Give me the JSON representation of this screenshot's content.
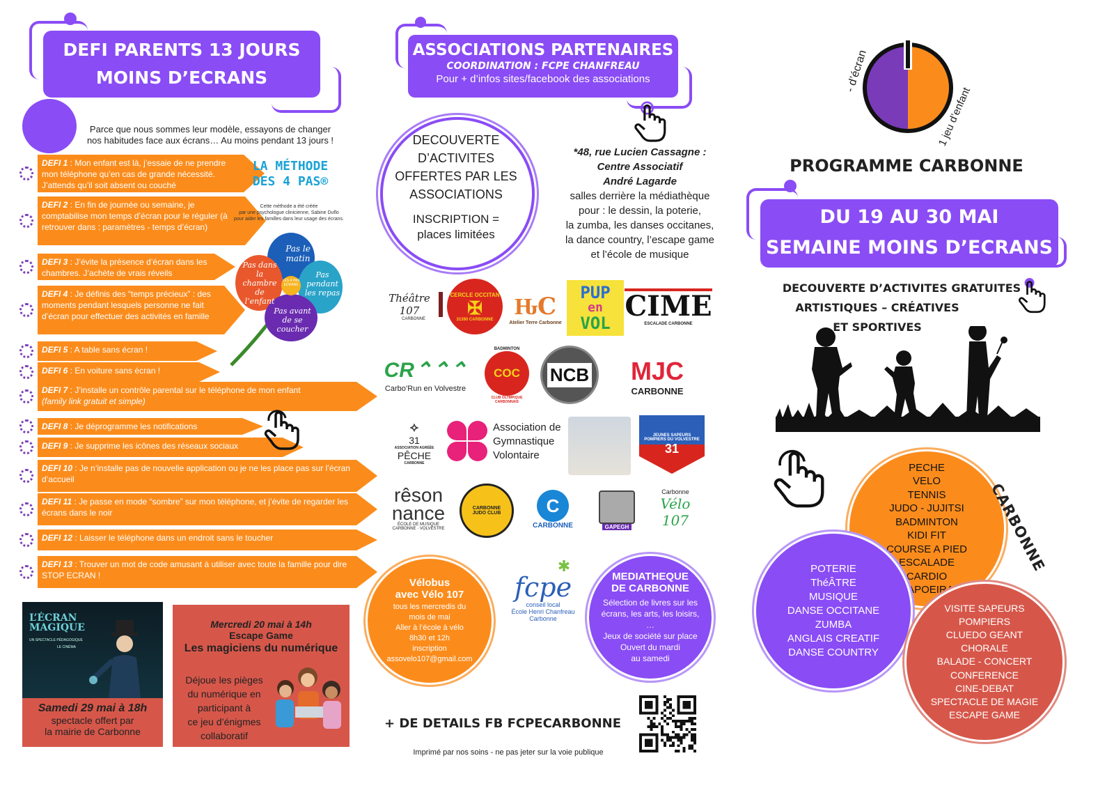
{
  "left": {
    "header_line1": "DEFI PARENTS 13 JOURS",
    "header_line2": "MOINS D’ECRANS",
    "intro_line1": "Parce que nous sommes leur modèle, essayons de changer",
    "intro_line2": "nos habitudes face aux écrans… Au moins pendant 13 jours !",
    "defis": [
      {
        "label": "DEFI 1",
        "text": " : Mon enfant est là, j’essaie de ne prendre mon téléphone qu’en cas de grande nécessité. J’attends qu’il soit absent ou couché"
      },
      {
        "label": "DEFI 2",
        "text": " : En fin de journée ou semaine, je comptabilise mon temps d’écran pour le réguler (à retrouver dans : paramètres - temps d’écran)"
      },
      {
        "label": "DEFI 3",
        "text": " : J’évite la présence d’écran dans les chambres. J’achète de vrais réveils"
      },
      {
        "label": "DEFI 4",
        "text": " : Je définis des “temps précieux” : des moments pendant lesquels personne ne fait d’écran pour effectuer des activités en famille"
      },
      {
        "label": "DEFI 5",
        "text": " : A table sans écran !"
      },
      {
        "label": "DEFI 6",
        "text": " : En voiture sans écran !"
      },
      {
        "label": "DEFI 7",
        "text": " : J’installe un contrôle parental sur le téléphone de mon enfant",
        "note": "(family link gratuit et simple)"
      },
      {
        "label": "DEFI 8",
        "text": " : Je déprogramme les notifications"
      },
      {
        "label": "DEFI 9",
        "text": " : Je supprime les icônes des réseaux sociaux"
      },
      {
        "label": "DEFI 10",
        "text": " : Je n’installe pas de nouvelle application ou je ne les place pas sur l’écran d’accueil"
      },
      {
        "label": "DEFI 11",
        "text": " : Je passe en mode “sombre” sur mon téléphone, et j’évite de regarder les écrans dans le noir"
      },
      {
        "label": "DEFI 12",
        "text": " : Laisser le téléphone dans un endroit sans le toucher"
      },
      {
        "label": "DEFI 13",
        "text": " : Trouver un mot de code amusant à utiliser avec toute la famille pour dire STOP ECRAN !"
      }
    ],
    "methode_title1": "LA MÉTHODE",
    "methode_title2": "DES 4 PAS®",
    "methode_desc1": "Cette méthode a été créée",
    "methode_desc2": "par une psychologue clinicienne, Sabine Duflo",
    "methode_desc3": "pour aider les familles dans leur usage des écrans.",
    "petals": {
      "top": "Pas le matin",
      "left": "Pas dans la chambre de l’enfant",
      "right": "Pas pendant les repas",
      "bottom": "Pas avant de se coucher",
      "center": "LES 4 PAS ECRANS"
    },
    "poster_title": "L’ÉCRAN MAGIQUE",
    "poster_sub": "UN SPECTACLE PÉDAGOGIQUE",
    "poster_cinema": "LE CINÉMA",
    "show_date": "Samedi 29 mai à 18h",
    "show_line1": "spectacle offert par",
    "show_line2": "la mairie de Carbonne",
    "escape_date": "Mercredi 20 mai à 14h",
    "escape_title": "Escape Game",
    "escape_name": "Les magiciens du numérique",
    "escape_desc": [
      "Déjoue les pièges",
      "du numérique en",
      "participant à",
      "ce jeu d’énigmes",
      "collaboratif"
    ]
  },
  "middle": {
    "header_title": "ASSOCIATIONS PARTENAIRES",
    "header_coord": "COORDINATION : FCPE CHANFREAU",
    "header_info": "Pour + d’infos sites/facebook des associations",
    "circle_lines": [
      "DECOUVERTE",
      "D’ACTIVITES",
      "OFFERTES PAR LES",
      "ASSOCIATIONS"
    ],
    "circle_inscr1": "INSCRIPTION =",
    "circle_inscr2": "places limitées",
    "address1": "*48, rue Lucien Cassagne :",
    "address2": "Centre Associatif",
    "address3": "André Lagarde",
    "address_desc": [
      "salles derrière la médiathèque",
      "pour : le dessin, la poterie,",
      "la zumba, les danses occitanes,",
      "la dance country, l’escape game",
      "et l’école de musique"
    ],
    "logos": {
      "theatre": "Théâtre 107",
      "theatre_sub": "CARBONNE",
      "occitan": "CERCLE OCCITAN",
      "occitan_sub": "31390 CARBONNE",
      "terre": "Atelier Terre Carbonne",
      "pup1": "PUP",
      "pup2": "en",
      "pup3": "VOL",
      "cime": "CIME",
      "cime_sub": "ESCALADE CARBONNE",
      "carborun": "Carbo’Run en Volvestre",
      "coc_top": "BADMINTON",
      "coc": "COC",
      "coc_sub": "CLUB OLYMPIQUE CARBONNAIS",
      "ncb": "NCB",
      "mjc": "MJC",
      "mjc_sub": "CARBONNE",
      "peche_num": "31",
      "peche_assoc": "ASSOCIATION AGRÉÉE",
      "peche": "PÊCHE",
      "peche_sub": "CARBONNE",
      "gym1": "Association de",
      "gym2": "Gymnastique",
      "gym3": "Volontaire",
      "pompiers": "JEUNES SAPEURS POMPIERS DU VOLVESTRE",
      "pompiers_num": "31",
      "reson1": "rêson",
      "reson2": "nance",
      "reson_sub1": "ÉCOLE DE MUSIQUE",
      "reson_sub2": "CARBONNE · VOLVESTRE",
      "judo": "CARBONNE JUDO CLUB",
      "carbonne_logo": "CARBONNE",
      "gapegh": "GAPEGH",
      "velo_top": "Carbonne",
      "velo": "Vélo 107"
    },
    "velobus_title1": "Vélobus",
    "velobus_title2": "avec Vélo 107",
    "velobus_lines": [
      "tous les mercredis du",
      "mois de mai",
      "Aller à l’école à vélo",
      "8h30 et 12h",
      "inscription",
      "assovelo107@gmail.com"
    ],
    "fcpe": "fcpe",
    "fcpe_sub1": "conseil local",
    "fcpe_sub2": "École Henri Chanfreau",
    "fcpe_sub3": "Carbonne",
    "media_title1": "MEDIATHEQUE",
    "media_title2": "DE CARBONNE",
    "media_lines": [
      "Sélection de livres sur les",
      "écrans, les arts, les loisirs,",
      "…",
      "Jeux de société sur place",
      "Ouvert du mardi",
      "au samedi"
    ],
    "details": "+ DE DETAILS FB FCPECARBONNE",
    "footer": "Imprimé par nos soins - ne pas jeter sur la voie publique"
  },
  "right": {
    "clock_left": "- d’écran",
    "clock_right": "1 jeu d’enfant",
    "programme": "PROGRAMME CARBONNE",
    "header_line1": "DU 19 AU 30 MAI",
    "header_line2": "SEMAINE MOINS D’ECRANS",
    "sub_line1": "DECOUVERTE D’ACTIVITES GRATUITES",
    "sub_line2": "ARTISTIQUES – CRÉATIVES",
    "sub_line3": "ET SPORTIVES",
    "carbonne_curved": "CARBONNE",
    "sports": [
      "PECHE",
      "VELO",
      "TENNIS",
      "JUDO - JUJITSI",
      "BADMINTON",
      "KIDI FIT",
      "COURSE A PIED",
      "ESCALADE",
      "CARDIO",
      "CAPOEIRA"
    ],
    "arts": [
      "POTERIE",
      "ThéÂTRE",
      "MUSIQUE",
      "DANSE OCCITANE",
      "ZUMBA",
      "ANGLAIS CREATIF",
      "DANSE COUNTRY"
    ],
    "events": [
      "VISITE SAPEURS",
      "POMPIERS",
      "CLUEDO GEANT",
      "CHORALE",
      "BALADE - CONCERT",
      "CONFERENCE",
      "CINE-DEBAT",
      "SPECTACLE DE MAGIE",
      "ESCAPE GAME"
    ]
  },
  "colors": {
    "purple": "#8a4cf5",
    "orange": "#fb8c1c",
    "terracotta": "#d6574a"
  }
}
